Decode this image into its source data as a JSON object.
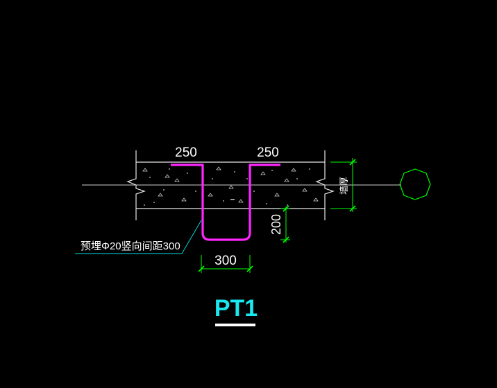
{
  "drawing": {
    "dimension_left": "250",
    "dimension_right": "250",
    "dimension_width": "300",
    "dimension_depth": "200",
    "wall_label": "墙厚",
    "note": "预埋Φ20竖向间距300",
    "title": "PT1"
  },
  "colors": {
    "background": "#000000",
    "rebar": "#ff26ff",
    "dimension": "#00ff00",
    "title": "#19e8f0",
    "leader": "#00d8d8",
    "wall_line": "#ffffff"
  },
  "icons": {
    "axis_marker": "octagon-axis-marker",
    "dimension_tick": "dimension-tick"
  }
}
